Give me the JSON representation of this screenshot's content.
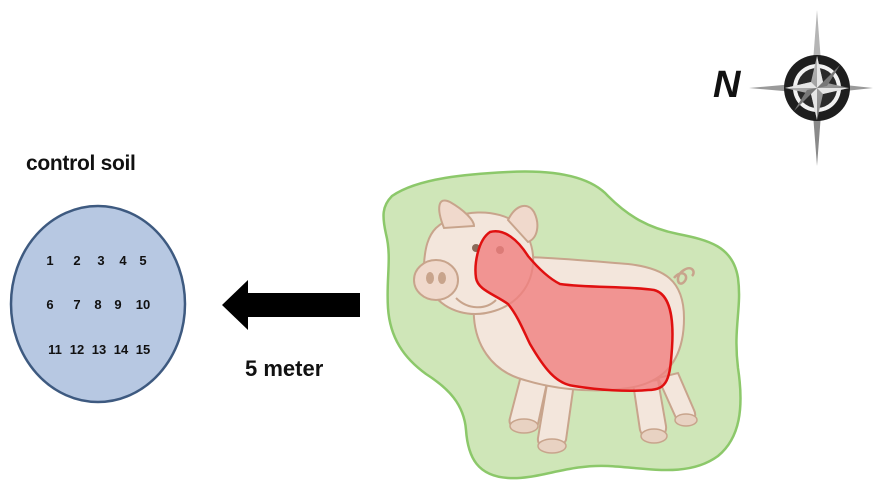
{
  "control": {
    "title": "control soil",
    "samples": [
      "1",
      "2",
      "3",
      "4",
      "5",
      "6",
      "7",
      "8",
      "9",
      "10",
      "11",
      "12",
      "13",
      "14",
      "15"
    ]
  },
  "distance": {
    "label": "5 meter"
  },
  "compass": {
    "north_label": "N"
  },
  "colors": {
    "control_fill": "#b7c8e2",
    "control_stroke": "#3e5a80",
    "grass_fill": "#cfe6b8",
    "grass_stroke": "#8cc86a",
    "pig_body": "#f3e6dc",
    "pig_outline": "#c8a48c",
    "pig_highlight_fill": "#f08080",
    "pig_highlight_stroke": "#e01010",
    "arrow": "#000000"
  },
  "icons": {
    "compass": "compass-rose-icon",
    "pig": "pig-illustration-icon"
  }
}
